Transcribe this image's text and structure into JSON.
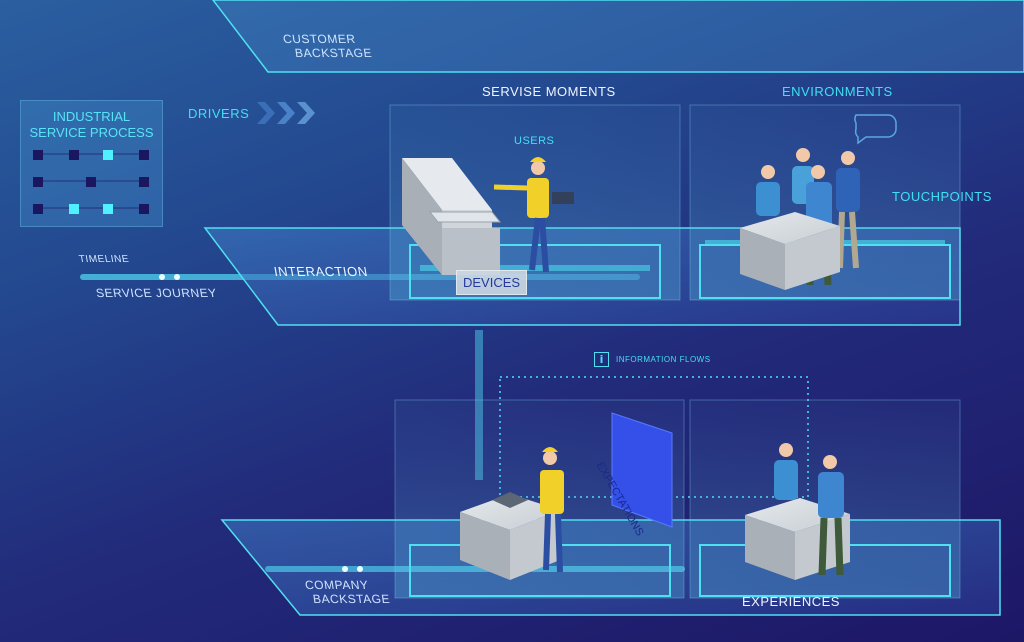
{
  "labels": {
    "customer_backstage_1": "CUSTOMER",
    "customer_backstage_2": "BACKSTAGE",
    "drivers": "DRIVERS",
    "servise_moments": "SERVISE MOMENTS",
    "environments": "ENVIRONMENTS",
    "users": "USERS",
    "touchpoints": "TOUCHPOINTS",
    "timeline": "TIMELINE",
    "service_journey": "SERVICE JOURNEY",
    "interaction": "INTERACTION",
    "devices": "DEVICES",
    "information_flows": "INFORMATION FLOWS",
    "information_icon": "i",
    "expectations": "EXPECTATIONS",
    "company_backstage_1": "COMPANY",
    "company_backstage_2": "BACKSTAGE",
    "experiences": "EXPERIENCES"
  },
  "legend": {
    "title_1": "INDUSTRIAL",
    "title_2": "SERVICE PROCESS"
  },
  "colors": {
    "accent": "#3fe0f0",
    "background_dark": "#1d1766",
    "background_light": "#2a5fa0",
    "label_text": "#eef4ff",
    "node": "#1a1660",
    "node_highlight": "#4ff0ff"
  }
}
